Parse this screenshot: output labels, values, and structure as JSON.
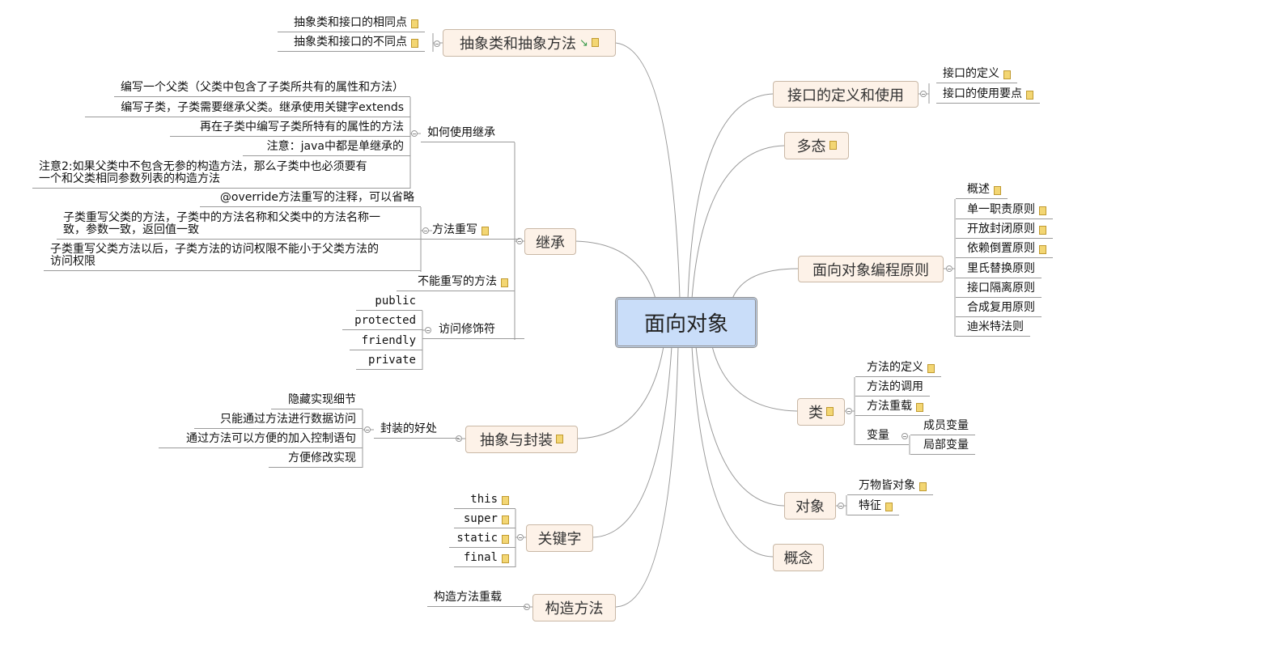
{
  "central": "面向对象",
  "left": {
    "abstract_class": {
      "label": "抽象类和抽象方法",
      "items": [
        "抽象类和接口的相同点",
        "抽象类和接口的不同点"
      ]
    },
    "inheritance": {
      "label": "继承",
      "how_to": {
        "label": "如何使用继承",
        "items": [
          "编写一个父类（父类中包含了子类所共有的属性和方法）",
          "编写子类，子类需要继承父类。继承使用关键字extends",
          "再在子类中编写子类所特有的属性的方法",
          "注意：java中都是单继承的",
          "注意2:如果父类中不包含无参的构造方法，那么子类中也必须要有\n一个和父类相同参数列表的构造方法"
        ]
      },
      "override": {
        "label": "方法重写",
        "items": [
          "@override方法重写的注释，可以省略",
          "子类重写父类的方法，子类中的方法名称和父类中的方法名称一\n致，参数一致，返回值一致",
          "子类重写父类方法以后，子类方法的访问权限不能小于父类方法的\n访问权限"
        ]
      },
      "no_override": "不能重写的方法",
      "access": {
        "label": "访问修饰符",
        "items": [
          "public",
          "protected",
          "friendly",
          "private"
        ]
      }
    },
    "encapsulation": {
      "label": "抽象与封装",
      "benefits": {
        "label": "封装的好处",
        "items": [
          "隐藏实现细节",
          "只能通过方法进行数据访问",
          "通过方法可以方便的加入控制语句",
          "方便修改实现"
        ]
      }
    },
    "keywords": {
      "label": "关键字",
      "items": [
        "this",
        "super",
        "static",
        "final"
      ]
    },
    "constructor": {
      "label": "构造方法",
      "items": [
        "构造方法重载"
      ]
    }
  },
  "right": {
    "interface": {
      "label": "接口的定义和使用",
      "items": [
        "接口的定义",
        "接口的使用要点"
      ]
    },
    "polymorphism": {
      "label": "多态"
    },
    "principles": {
      "label": "面向对象编程原则",
      "items": [
        "概述",
        "单一职责原则",
        "开放封闭原则",
        "依赖倒置原则",
        "里氏替换原则",
        "接口隔离原则",
        "合成复用原则",
        "迪米特法则"
      ]
    },
    "class": {
      "label": "类",
      "items": [
        "方法的定义",
        "方法的调用",
        "方法重载"
      ],
      "variable": {
        "label": "变量",
        "items": [
          "成员变量",
          "局部变量"
        ]
      }
    },
    "object": {
      "label": "对象",
      "items": [
        "万物皆对象",
        "特征"
      ]
    },
    "concept": {
      "label": "概念"
    }
  },
  "colors": {
    "topic_bg": "#fdf2e8",
    "central_bg": "#c9ddf9",
    "note": "#f3d673"
  }
}
